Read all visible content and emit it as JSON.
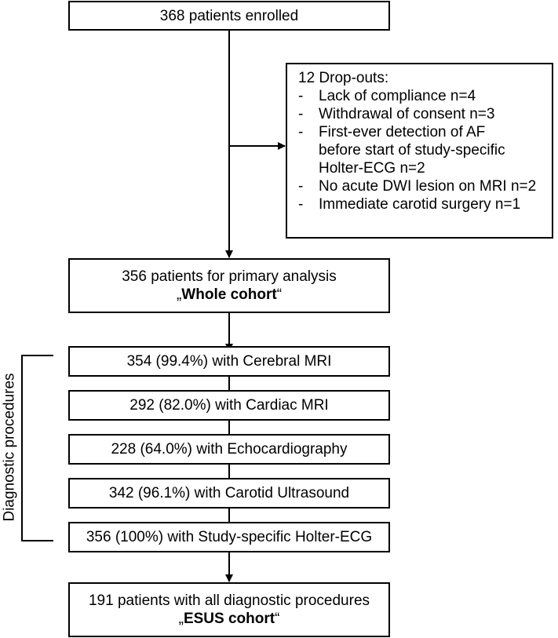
{
  "enrolled": {
    "text": "368 patients enrolled"
  },
  "dropouts": {
    "title": "12 Drop-outs:",
    "items": [
      {
        "lines": [
          "Lack of compliance n=4"
        ]
      },
      {
        "lines": [
          "Withdrawal of consent n=3"
        ]
      },
      {
        "lines": [
          "First-ever detection of AF",
          "before start of study-specific",
          "Holter-ECG n=2"
        ]
      },
      {
        "lines": [
          "No acute DWI lesion on MRI n=2"
        ]
      },
      {
        "lines": [
          "Immediate carotid surgery n=1"
        ]
      }
    ],
    "bullet": "-"
  },
  "primary": {
    "line1": "356 patients for primary analysis",
    "line2_prefix": "„",
    "line2_bold": "Whole cohort",
    "line2_suffix": "“"
  },
  "procedures": [
    "354 (99.4%) with Cerebral MRI",
    "292 (82.0%) with Cardiac MRI",
    "228 (64.0%) with Echocardiography",
    "342 (96.1%) with Carotid Ultrasound",
    "356 (100%) with Study-specific Holter-ECG"
  ],
  "side_label": "Diagnostic procedures",
  "esus": {
    "line1": "191 patients with all diagnostic procedures",
    "line2_prefix": "„",
    "line2_bold": "ESUS cohort",
    "line2_suffix": "“"
  }
}
